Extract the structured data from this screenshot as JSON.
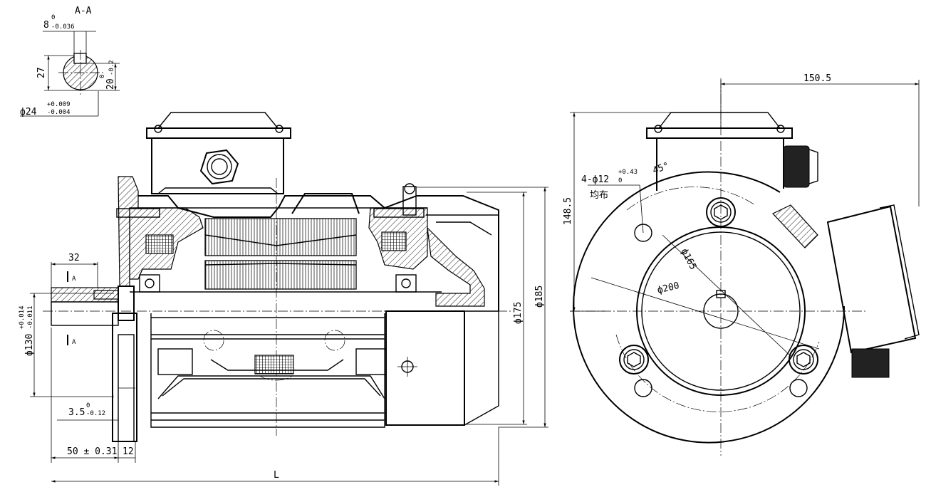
{
  "section": {
    "title": "A-A",
    "key_width": "8",
    "key_width_tol_upper": "0",
    "key_width_tol_lower": "-0.036",
    "keyway_depth": "27",
    "flat_height": "20",
    "flat_tol_upper": "0",
    "flat_tol_lower": "-0.2",
    "shaft_dia": "ф24",
    "shaft_tol_upper": "+0.009",
    "shaft_tol_lower": "-0.004"
  },
  "front_view": {
    "shaft_length": "32",
    "section_mark": "A",
    "spigot_dia": "ф130",
    "spigot_tol_upper": "+0.014",
    "spigot_tol_lower": "-0.011",
    "spigot_depth": "3.5",
    "spigot_depth_tol_upper": "0",
    "spigot_depth_tol_lower": "-0.12",
    "shoulder": "50 ± 0.31",
    "flange_thickness": "12",
    "total_length": "L",
    "fan_cover_dia": "ф175",
    "flange_dia": "ф185"
  },
  "side_view": {
    "width": "150.5",
    "height": "148.5",
    "holes": "4-ф12",
    "holes_tol_upper": "+0.43",
    "holes_tol_lower": "0",
    "holes_note": "均布",
    "angle": "45°",
    "pcd": "ф165",
    "outer_dia": "ф200"
  }
}
